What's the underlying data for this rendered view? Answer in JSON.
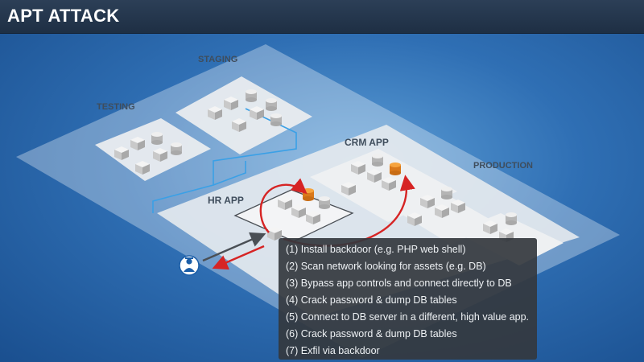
{
  "header": {
    "title": "APT ATTACK"
  },
  "zones": {
    "staging": "STAGING",
    "testing": "TESTING",
    "crm_app": "CRM APP",
    "hr_app": "HR APP",
    "production": "PRODUCTION"
  },
  "steps": [
    "(1) Install backdoor (e.g. PHP web shell)",
    "(2) Scan network looking for assets (e.g. DB)",
    "(3) Bypass app controls and connect directly to DB",
    "(4) Crack password & dump DB tables",
    "(5) Connect to DB server in a different, high value app.",
    "(6) Crack password & dump DB tables",
    "(7) Exfil via backdoor"
  ],
  "icons": {
    "attacker": "hacker-icon",
    "server": "server-icon",
    "database": "database-icon"
  },
  "colors": {
    "attack_arrow": "#d62424",
    "network_line": "#3aa0e6",
    "target_db": "#f28c1e",
    "header_bg": "#243649"
  }
}
